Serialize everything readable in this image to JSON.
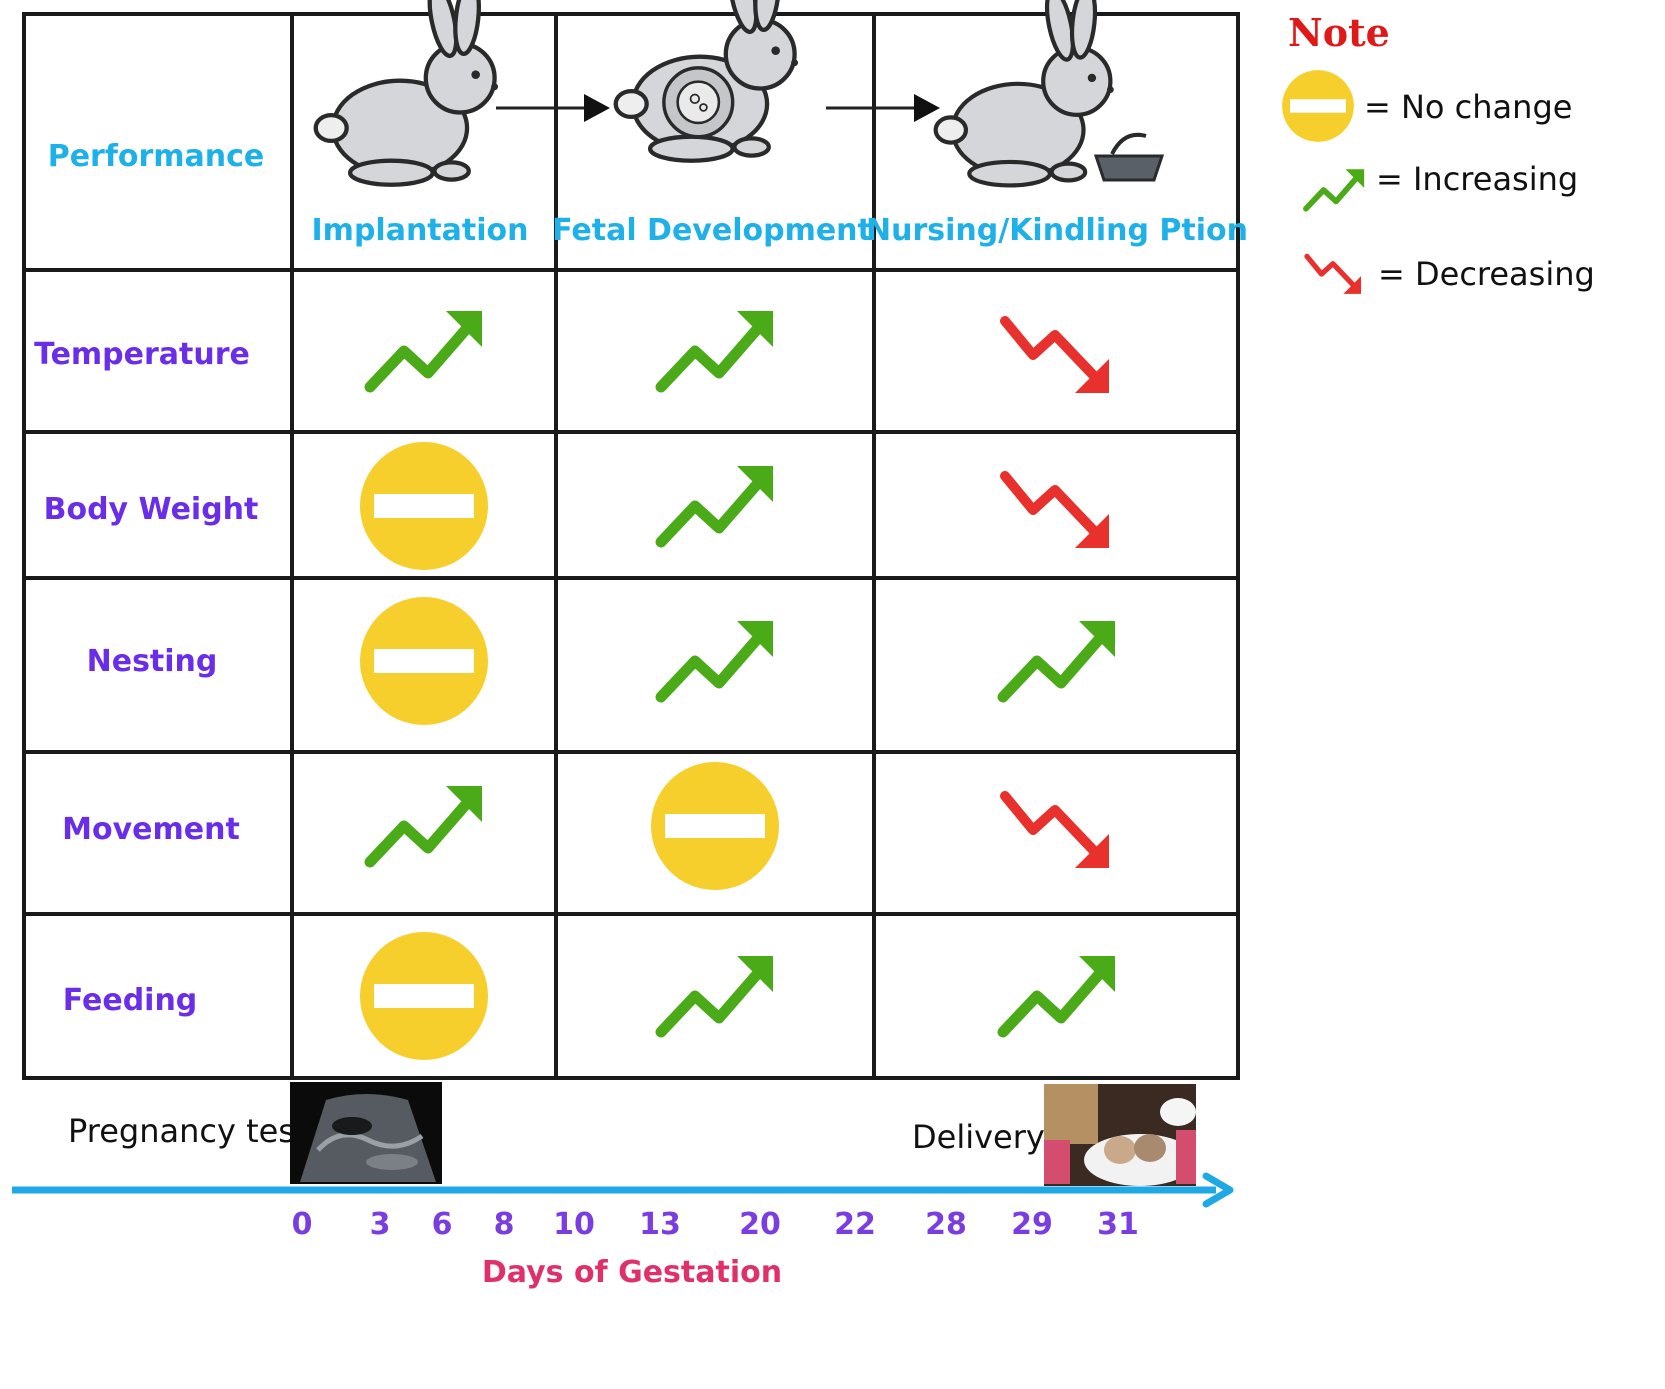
{
  "table": {
    "corner_label": "Performance",
    "stages": [
      "Implantation",
      "Fetal Development",
      "Nursing/Kindling Ption"
    ],
    "rows": [
      {
        "label": "Temperature",
        "values": [
          "increasing",
          "increasing",
          "decreasing"
        ]
      },
      {
        "label": "Body Weight",
        "values": [
          "no-change",
          "increasing",
          "decreasing"
        ]
      },
      {
        "label": "Nesting",
        "values": [
          "no-change",
          "increasing",
          "increasing"
        ]
      },
      {
        "label": "Movement",
        "values": [
          "increasing",
          "no-change",
          "decreasing"
        ]
      },
      {
        "label": "Feeding",
        "values": [
          "no-change",
          "increasing",
          "increasing"
        ]
      }
    ]
  },
  "legend": {
    "title": "Note",
    "items": [
      {
        "icon": "no-change-icon",
        "key": "no-change",
        "label": "= No change"
      },
      {
        "icon": "increasing-icon",
        "key": "increasing",
        "label": "= Increasing"
      },
      {
        "icon": "decreasing-icon",
        "key": "decreasing",
        "label": "= Decreasing"
      }
    ]
  },
  "timeline": {
    "ticks": [
      "0",
      "3",
      "6",
      "8",
      "10",
      "13",
      "20",
      "22",
      "28",
      "29",
      "31"
    ],
    "axis_label": "Days of Gestation",
    "left_event": "Pregnancy test",
    "right_event": "Delivery"
  },
  "colors": {
    "header_text": "#1eb0e8",
    "row_text": "#6a2ee8",
    "increasing": "#4aaa18",
    "decreasing": "#e8302c",
    "no_change": "#f7cf2c",
    "note": "#e01818",
    "timeline": "#1ea8e6",
    "axis_label": "#e0306a",
    "tick_text": "#7a3ee0"
  }
}
